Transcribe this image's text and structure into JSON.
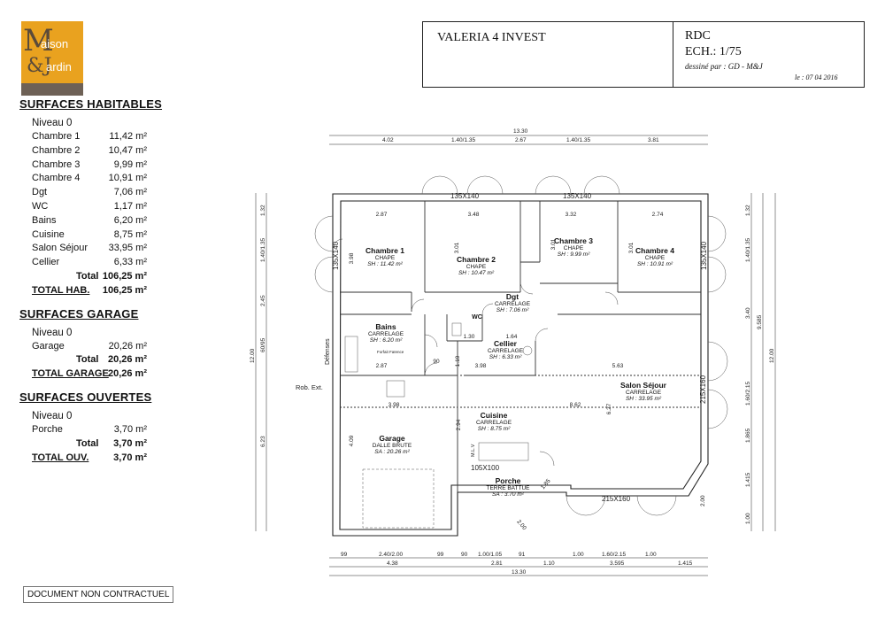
{
  "logo": {
    "line1": "aison",
    "line2": "ardin"
  },
  "habitables": {
    "title": "SURFACES HABITABLES",
    "level": "Niveau 0",
    "rows": [
      {
        "name": "Chambre 1",
        "value": "11,42 m²"
      },
      {
        "name": "Chambre 2",
        "value": "10,47 m²"
      },
      {
        "name": "Chambre 3",
        "value": "9,99 m²"
      },
      {
        "name": "Chambre 4",
        "value": "10,91 m²"
      },
      {
        "name": "Dgt",
        "value": "7,06 m²"
      },
      {
        "name": "WC",
        "value": "1,17 m²"
      },
      {
        "name": "Bains",
        "value": "6,20 m²"
      },
      {
        "name": "Cuisine",
        "value": "8,75 m²"
      },
      {
        "name": "Salon Séjour",
        "value": "33,95 m²"
      },
      {
        "name": "Cellier",
        "value": "6,33 m²"
      }
    ],
    "total_label": "Total",
    "total_value": "106,25 m²",
    "grand_label": "TOTAL HAB.",
    "grand_value": "106,25 m²"
  },
  "garage": {
    "title": "SURFACES GARAGE",
    "level": "Niveau 0",
    "rows": [
      {
        "name": "Garage",
        "value": "20,26 m²"
      }
    ],
    "total_label": "Total",
    "total_value": "20,26 m²",
    "grand_label": "TOTAL GARAGE",
    "grand_value": "20,26 m²"
  },
  "ouvertes": {
    "title": "SURFACES OUVERTES",
    "level": "Niveau 0",
    "rows": [
      {
        "name": "Porche",
        "value": "3,70 m²"
      }
    ],
    "total_label": "Total",
    "total_value": "3,70 m²",
    "grand_label": "TOTAL OUV.",
    "grand_value": "3,70 m²"
  },
  "contract": "DOCUMENT NON CONTRACTUEL",
  "title_block": {
    "project": "VALERIA 4 INVEST",
    "level": "RDC",
    "scale": "ECH.: 1/75",
    "drawn_by": "dessiné par : GD - M&J",
    "date": "le : 07 04 2016"
  },
  "plan": {
    "rooms": {
      "ch1": {
        "name": "Chambre 1",
        "floor": "CHAPE",
        "area": "SH : 11.42 m²"
      },
      "ch2": {
        "name": "Chambre 2",
        "floor": "CHAPE",
        "area": "SH : 10.47 m²"
      },
      "ch3": {
        "name": "Chambre 3",
        "floor": "CHAPE",
        "area": "SH : 9.99 m²"
      },
      "ch4": {
        "name": "Chambre 4",
        "floor": "CHAPE",
        "area": "SH : 10.91 m²"
      },
      "dgt": {
        "name": "Dgt",
        "floor": "CARRELAGE",
        "area": "SH : 7.06 m²"
      },
      "wc": {
        "name": "WC"
      },
      "bains": {
        "name": "Bains",
        "floor": "CARRELAGE",
        "area": "SH : 6.20 m²"
      },
      "cellier": {
        "name": "Cellier",
        "floor": "CARRELAGE",
        "area": "SH : 6.33 m²"
      },
      "salon": {
        "name": "Salon Séjour",
        "floor": "CARRELAGE",
        "area": "SH : 33.95 m²"
      },
      "cuisine": {
        "name": "Cuisine",
        "floor": "CARRELAGE",
        "area": "SH : 8.75 m²"
      },
      "garage": {
        "name": "Garage",
        "floor": "DALLE BRUTE",
        "area": "SA : 20.26 m²"
      },
      "porche": {
        "name": "Porche",
        "floor": "TERRE BATTUE",
        "area": "SA : 3.70 m²"
      }
    },
    "windows": {
      "w1": "135X140",
      "w2": "135X140",
      "w3": "135X140",
      "w4": "135X140",
      "w5": "215X160",
      "w6": "215X160",
      "w7": "105X100"
    },
    "labels": {
      "defenses": "Défenses",
      "rob": "Rob. Ext.",
      "forfait": "Forfait Faïence",
      "mlv": "M.L.V"
    },
    "dims_top": {
      "total": "13.30",
      "d1": "4.02",
      "d2": "1.40/1.35",
      "d3": "2.67",
      "d4": "1.40/1.35",
      "d5": "3.81"
    },
    "dims_bottom": {
      "r1": [
        "99",
        "2.40/2.00",
        "99",
        "90",
        "1.00/1.05",
        "91",
        "1.00",
        "1.60/2.15",
        "1.00"
      ],
      "r2": [
        "4.38",
        "2.81",
        "1.10",
        "3.595",
        "1.415"
      ],
      "total": "13.30"
    },
    "dims_left": {
      "total": "12.00",
      "a": "1.32",
      "b": "1.40/1.35",
      "c": "2.45",
      "d": "60/95",
      "e": "6.23"
    },
    "dims_right": {
      "total": "12.00",
      "total2": "9.585",
      "a": "1.32",
      "b": "1.40/1.35",
      "c": "3.40",
      "d": "1.60/2.15",
      "e": "1.865",
      "f": "1.415",
      "g": "1.00",
      "h": "2.00"
    },
    "inner": {
      "ch1w": "2.87",
      "ch2w": "3.48",
      "ch3w": "3.32",
      "ch4w": "2.74",
      "ch1h": "3.98",
      "ch2h": "3.01",
      "ch3h": "3.01",
      "ch4h": "3.01",
      "garw": "3.98",
      "garh": "4.09",
      "cuiw": "3.98",
      "salw": "5.63",
      "salw2": "8.62",
      "salh": "6.27",
      "bainw": "2.87",
      "wcw": "1.30",
      "celw": "1.64",
      "t90": "90",
      "t119": "1.19",
      "t294": "2.94",
      "t185": "1.85",
      "t200": "2.00"
    }
  }
}
